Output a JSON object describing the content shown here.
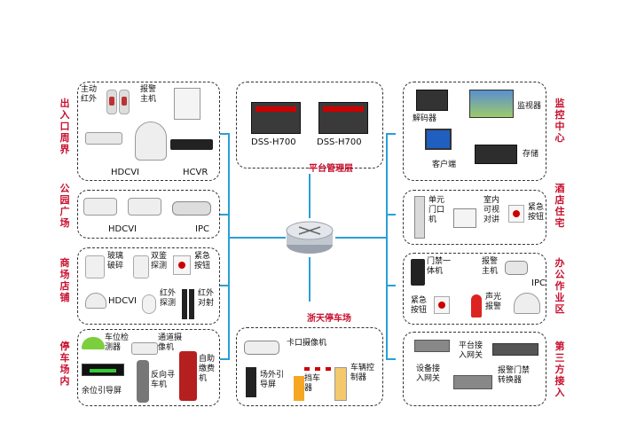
{
  "left_sections": [
    {
      "title": "出入口周界",
      "labels": [
        "主动\n红外",
        "报警\n主机",
        "HDCVI",
        "HCVR"
      ]
    },
    {
      "title": "公园广场",
      "labels": [
        "HDCVI",
        "IPC"
      ]
    },
    {
      "title": "商场店铺",
      "labels": [
        "玻璃\n破碎",
        "双鉴\n探测",
        "紧急\n按钮",
        "HDCVI",
        "红外\n探测",
        "红外\n对射"
      ]
    },
    {
      "title": "停车场内",
      "labels": [
        "车位检\n测器",
        "通道摄\n像机",
        "余位引导屏",
        "反向寻\n车机",
        "自助\n缴费\n机"
      ]
    }
  ],
  "right_sections": [
    {
      "title": "监控中心",
      "labels": [
        "解码器",
        "监视器",
        "客户端",
        "存储"
      ]
    },
    {
      "title": "酒店住宅",
      "labels": [
        "单元\n门口\n机",
        "室内\n可视\n对讲",
        "紧急\n按钮"
      ]
    },
    {
      "title": "办公作业区",
      "labels": [
        "门禁一\n体机",
        "报警\n主机",
        "IPC",
        "紧急\n按钮",
        "声光\n报警"
      ]
    },
    {
      "title": "第三方接入",
      "labels": [
        "平台接\n入网关",
        "设备接\n入网关",
        "报警门禁\n转换器"
      ]
    }
  ],
  "platform": {
    "caption": "平台管理层",
    "servers": [
      "DSS-H700",
      "DSS-H700"
    ]
  },
  "parking": {
    "caption": "浙天停车场",
    "labels": [
      "卡口摄像机",
      "场外引\n导屏",
      "挡车\n器",
      "车辆控\n制器"
    ]
  },
  "colors": {
    "title": "#c8102e",
    "line": "#2a9fd6"
  }
}
